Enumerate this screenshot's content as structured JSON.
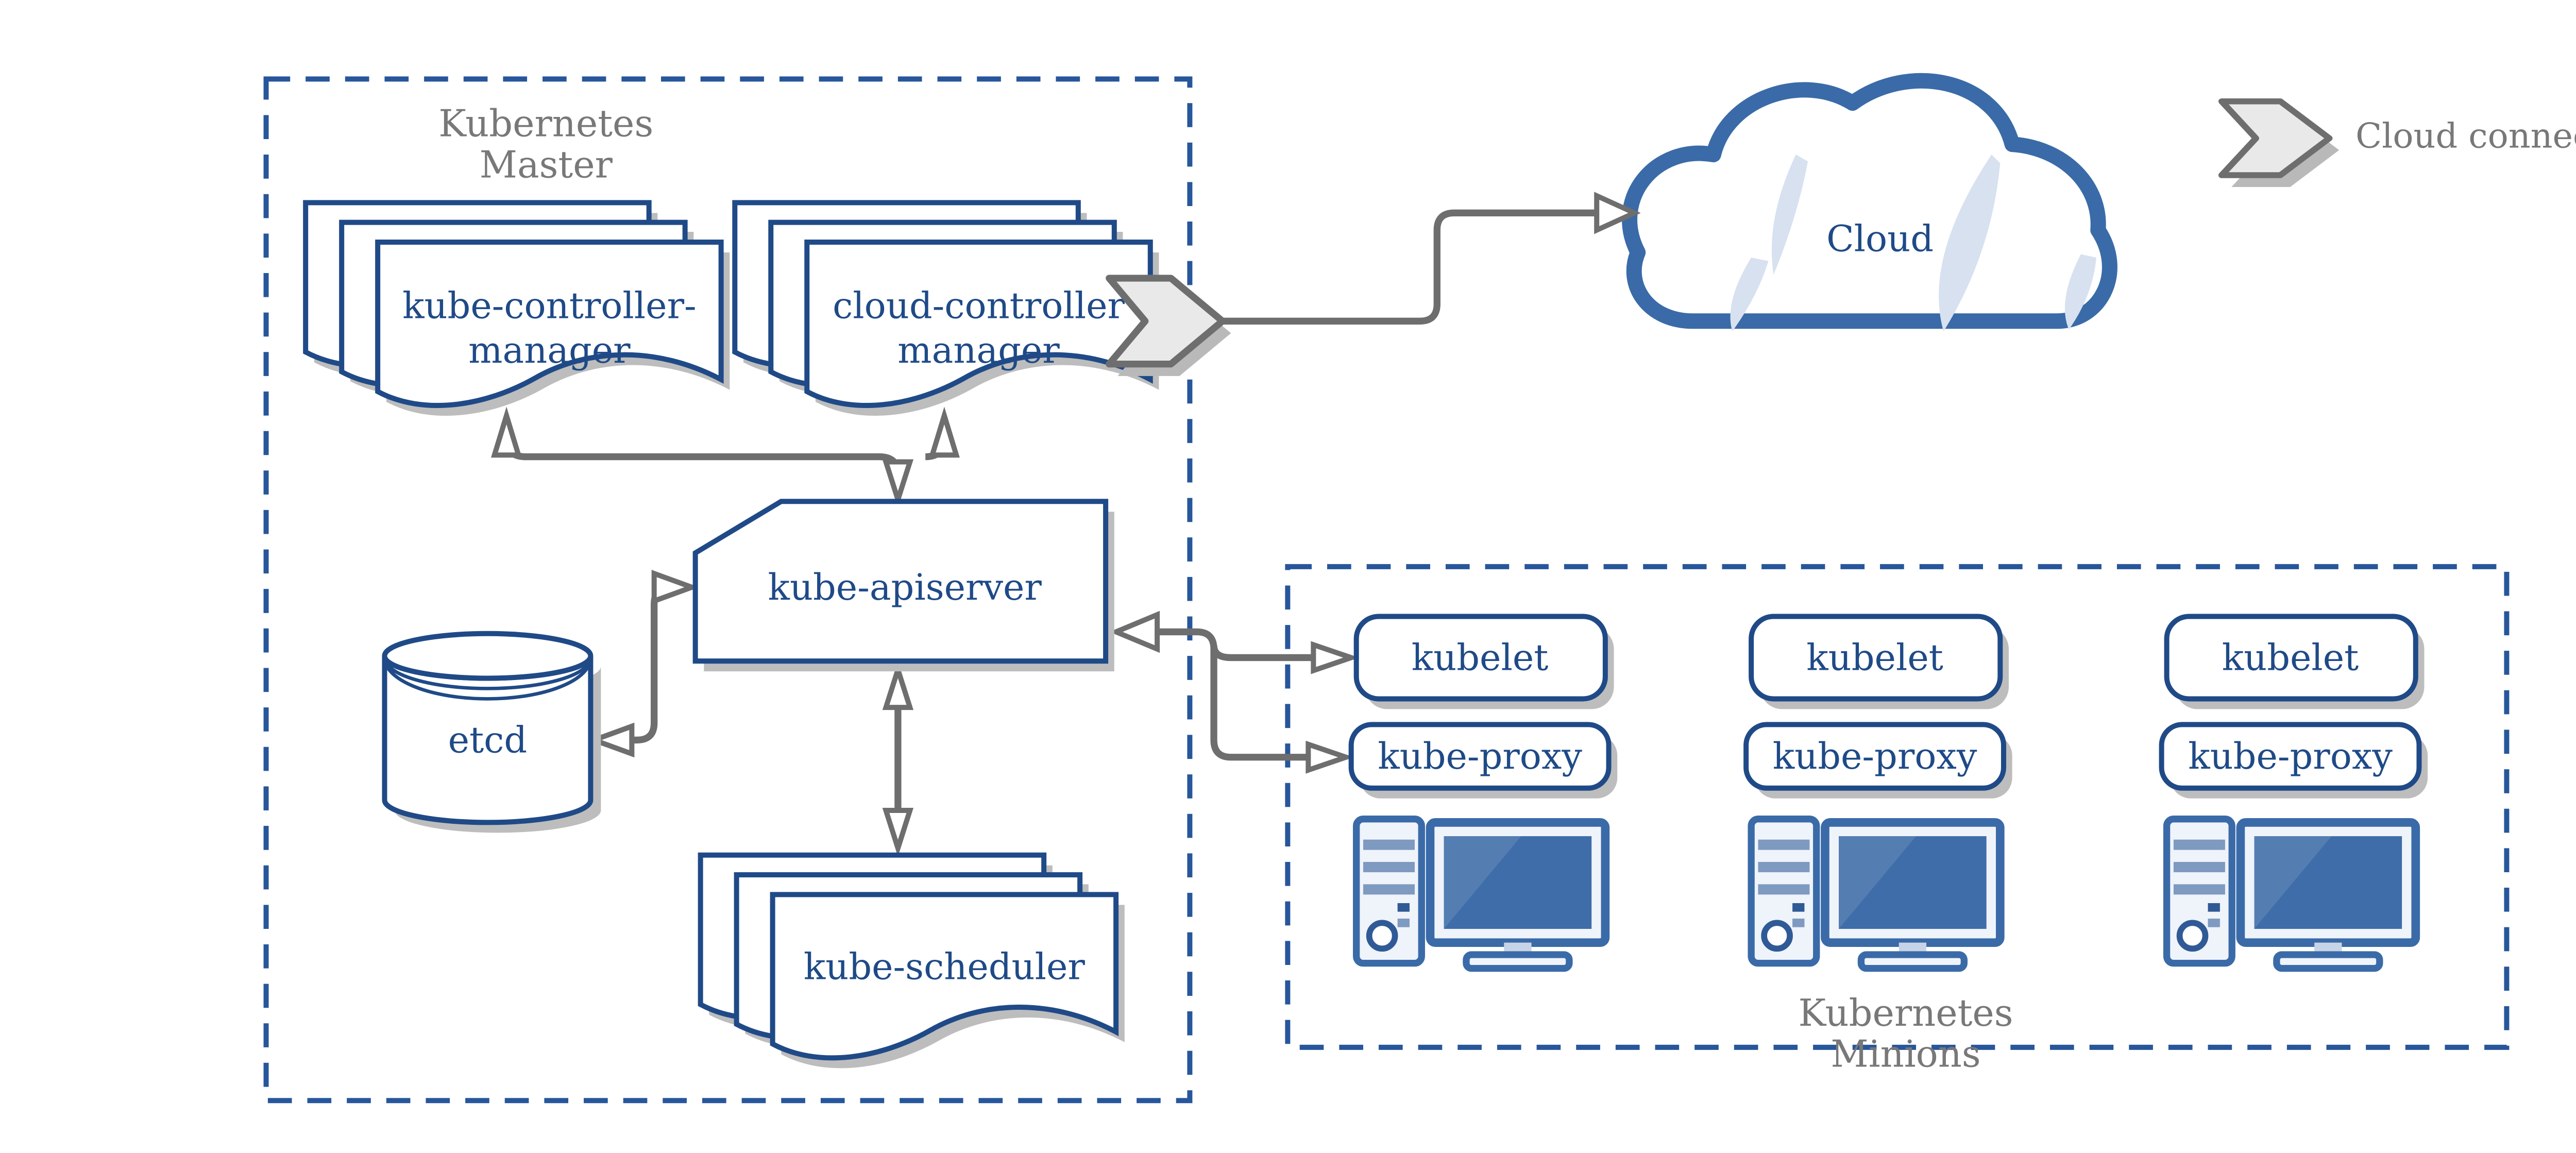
{
  "master": {
    "title": [
      "Kubernetes",
      "Master"
    ],
    "kube_controller_manager": [
      "kube-controller-",
      "manager"
    ],
    "cloud_controller_manager": [
      "cloud-controller",
      "manager"
    ],
    "kube_apiserver": "kube-apiserver",
    "etcd": "etcd",
    "kube_scheduler": "kube-scheduler"
  },
  "cloud": {
    "label": "Cloud"
  },
  "legend": {
    "cloud_connector": "Cloud connector"
  },
  "minions": {
    "title": [
      "Kubernetes",
      "Minions"
    ],
    "nodes": [
      {
        "kubelet": "kubelet",
        "kube_proxy": "kube-proxy"
      },
      {
        "kubelet": "kubelet",
        "kube_proxy": "kube-proxy"
      },
      {
        "kubelet": "kubelet",
        "kube_proxy": "kube-proxy"
      }
    ]
  },
  "colors": {
    "primary_blue": "#1F4A87",
    "dashed_blue": "#27569B",
    "icon_blue": "#3A6BA8",
    "screen_blue": "#3E6DA9",
    "light_blue": "#D8E1F0",
    "gray_text": "#787878",
    "gray_line": "#6E6E6E",
    "shadow_gray": "#BDBDBD",
    "chevron_fill": "#E9E9E9"
  }
}
